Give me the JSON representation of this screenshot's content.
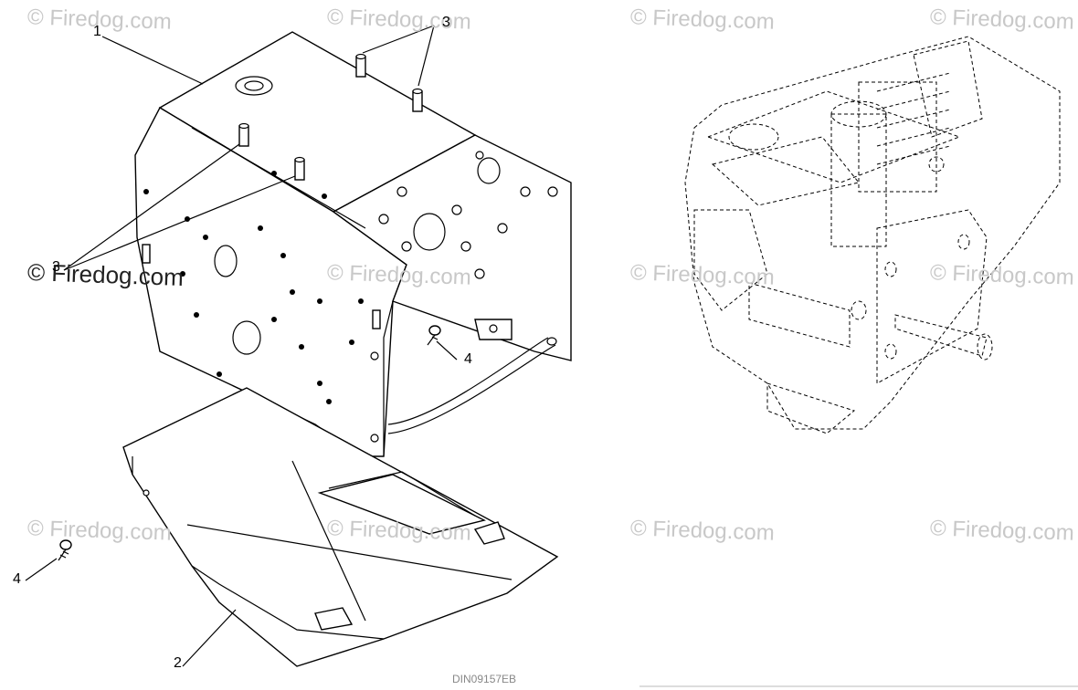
{
  "watermark": "© Firedog.com",
  "callouts": {
    "frame": "1",
    "pan": "2",
    "stud": "3",
    "screw": "4"
  },
  "footer_code": "DIN09157EB"
}
